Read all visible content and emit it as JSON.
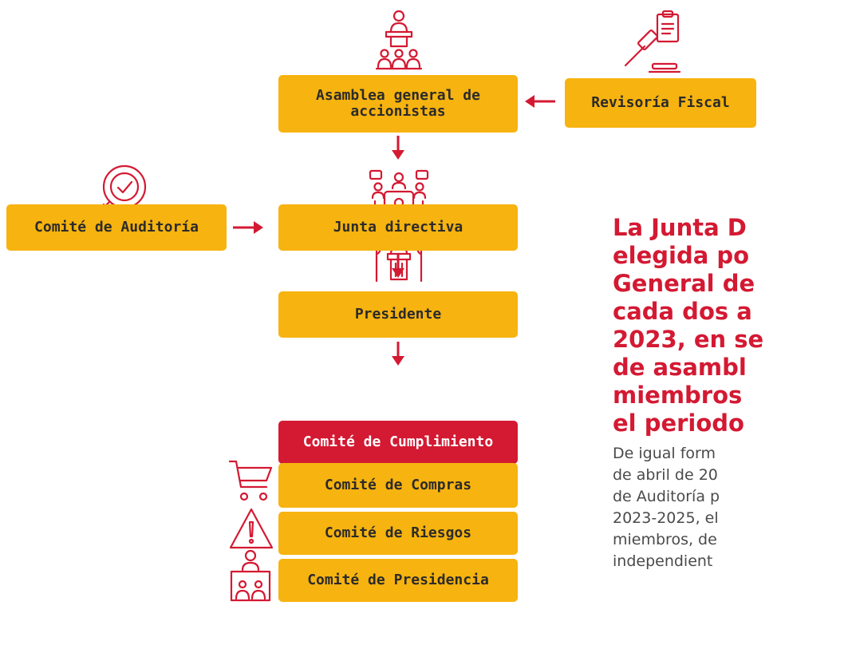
{
  "colors": {
    "box_fill": "#f7b30f",
    "highlight_fill": "#d41932",
    "accent_red": "#d41932",
    "text_dark": "#2b2b2b"
  },
  "nodes": {
    "asamblea": "Asamblea general de\naccionistas",
    "revisoria": "Revisoría Fiscal",
    "auditoria": "Comité de Auditoría",
    "junta": "Junta directiva",
    "presidente": "Presidente",
    "cumplimiento": "Comité de Cumplimiento",
    "compras": "Comité de Compras",
    "riesgos": "Comité de Riesgos",
    "presidencia": "Comité de Presidencia"
  },
  "icons": {
    "asamblea": "speaker-podium-audience-icon",
    "revisoria": "gavel-document-icon",
    "auditoria": "magnifier-check-icon",
    "junta": "meeting-table-icon",
    "presidente": "podium-flags-icon",
    "compras": "shopping-cart-icon",
    "riesgos": "warning-triangle-icon",
    "presidencia": "committee-people-icon"
  },
  "side_text": {
    "headline": "La Junta D\nelegida po\nGeneral de\ncada dos a\n2023, en se\nde asambl\nmiembros\nel periodo",
    "paragraph": "De igual form\nde abril de 20\nde Auditoría p\n2023-2025, el\nmiembros, de\nindependient"
  }
}
